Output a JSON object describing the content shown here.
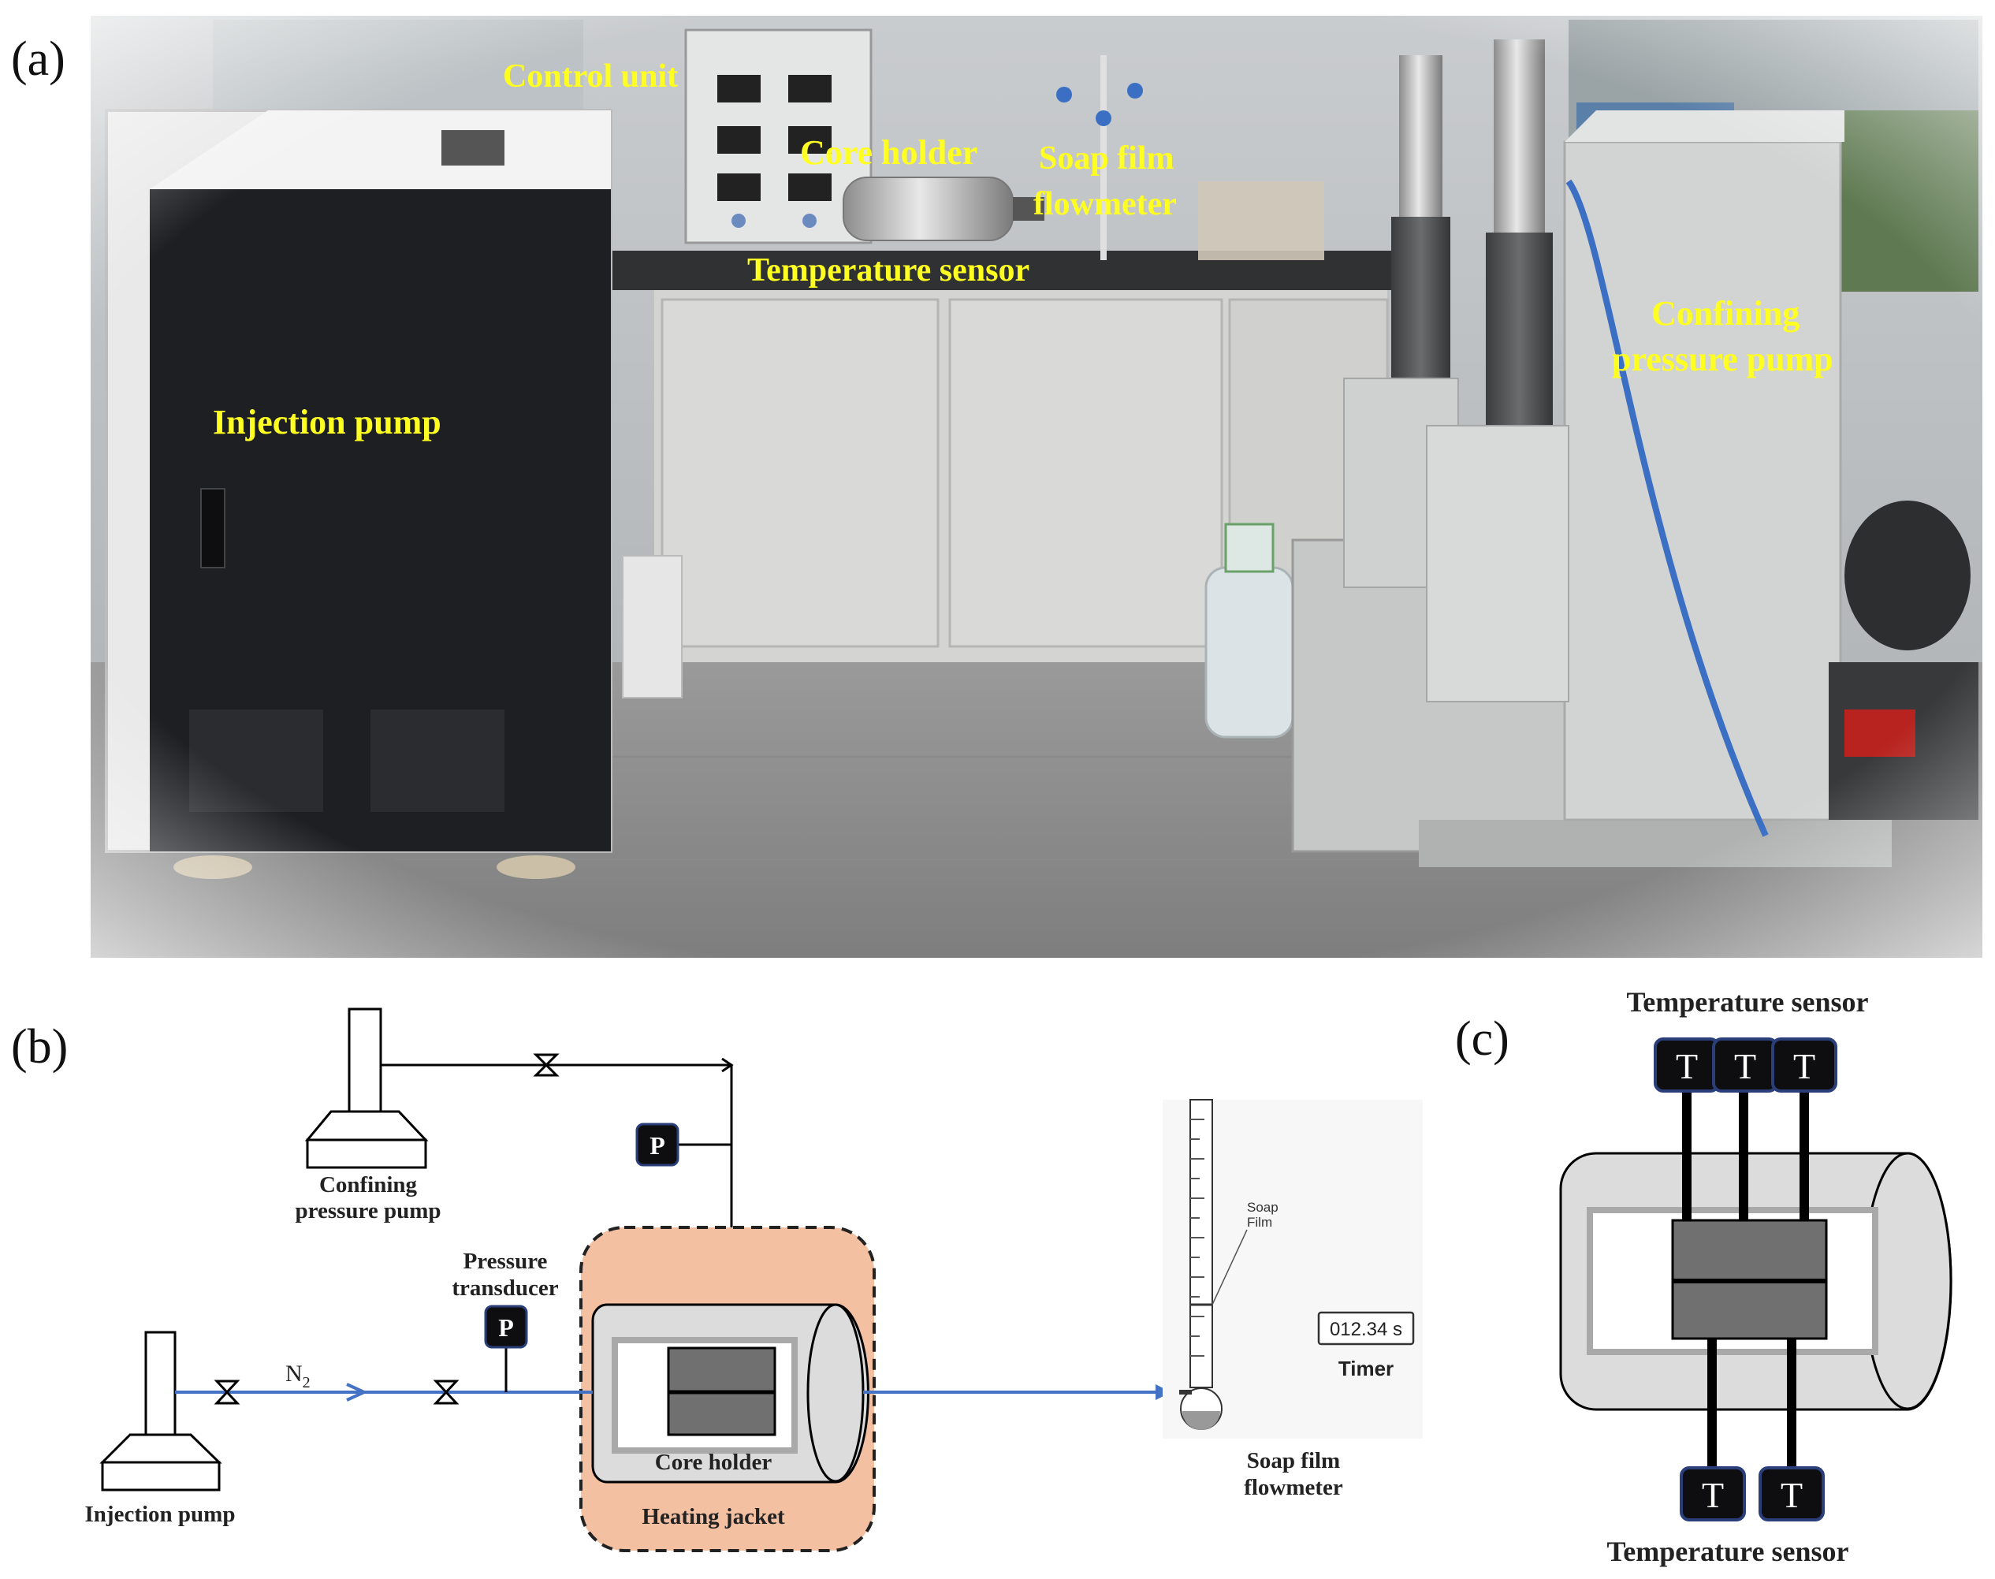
{
  "panels": {
    "a": "(a)",
    "b": "(b)",
    "c": "(c)"
  },
  "photo_labels": {
    "control_unit": "Control unit",
    "core_holder": "Core holder",
    "soap_film_line1": "Soap film",
    "soap_film_line2": "flowmeter",
    "temperature_sensor": "Temperature sensor",
    "injection_pump": "Injection pump",
    "confining_line1": "Confining",
    "confining_line2": "pressure pump"
  },
  "schematic": {
    "confining_line1": "Confining",
    "confining_line2": "pressure pump",
    "pressure_line1": "Pressure",
    "pressure_line2": "transducer",
    "n2": "N",
    "n2_sub": "2",
    "p_symbol": "P",
    "core_holder": "Core holder",
    "heating_jacket": "Heating jacket",
    "injection_pump": "Injection pump",
    "soap_film_small_1": "Soap",
    "soap_film_small_2": "Film",
    "timer_display": "012.34 s",
    "timer_label": "Timer",
    "flowmeter_line1": "Soap film",
    "flowmeter_line2": "flowmeter"
  },
  "sensor_panel": {
    "top_title": "Temperature sensor",
    "bottom_title": "Temperature sensor",
    "symbol": "T"
  },
  "colors": {
    "label_yellow": "#ffff22",
    "flow_line": "#4472c4",
    "heating_jacket": "#f4c0a2",
    "holder_gray": "#dcdcdc",
    "core_gray": "#707070"
  }
}
